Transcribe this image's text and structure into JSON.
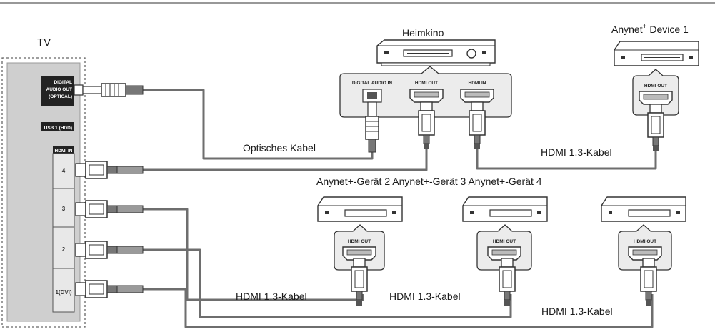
{
  "labels": {
    "tv": "TV",
    "heimkino": "Heimkino",
    "anynet_device1_prefix": "Anynet",
    "anynet_device1_sup": "+",
    "anynet_device1_suffix": " Device 1",
    "optisches_kabel": "Optisches Kabel",
    "hdmi_kabel_top": "HDMI 1.3-Kabel",
    "anynet_geraete_row": "Anynet+-Gerät 2 Anynet+-Gerät 3 Anynet+-Gerät 4",
    "hdmi_kabel_1": "HDMI 1.3-Kabel",
    "hdmi_kabel_2": "HDMI 1.3-Kabel",
    "hdmi_kabel_3": "HDMI 1.3-Kabel"
  },
  "tv_panel": {
    "digital_audio_out": [
      "DIGITAL",
      "AUDIO OUT",
      "(OPTICAL)"
    ],
    "usb": "USB 1 (HDD)",
    "hdmi_in": "HDMI IN",
    "ports": [
      "4",
      "3",
      "2",
      "1(DVI)"
    ]
  },
  "home_theater_ports": {
    "dig_audio_in": "DIGITAL AUDIO IN",
    "hdmi_out": "HDMI OUT",
    "hdmi_in": "HDMI IN"
  },
  "device_port_label": "HDMI OUT",
  "colors": {
    "cable": "#6e6e6e",
    "panel": "#cfcfcf",
    "outline": "#333333"
  }
}
